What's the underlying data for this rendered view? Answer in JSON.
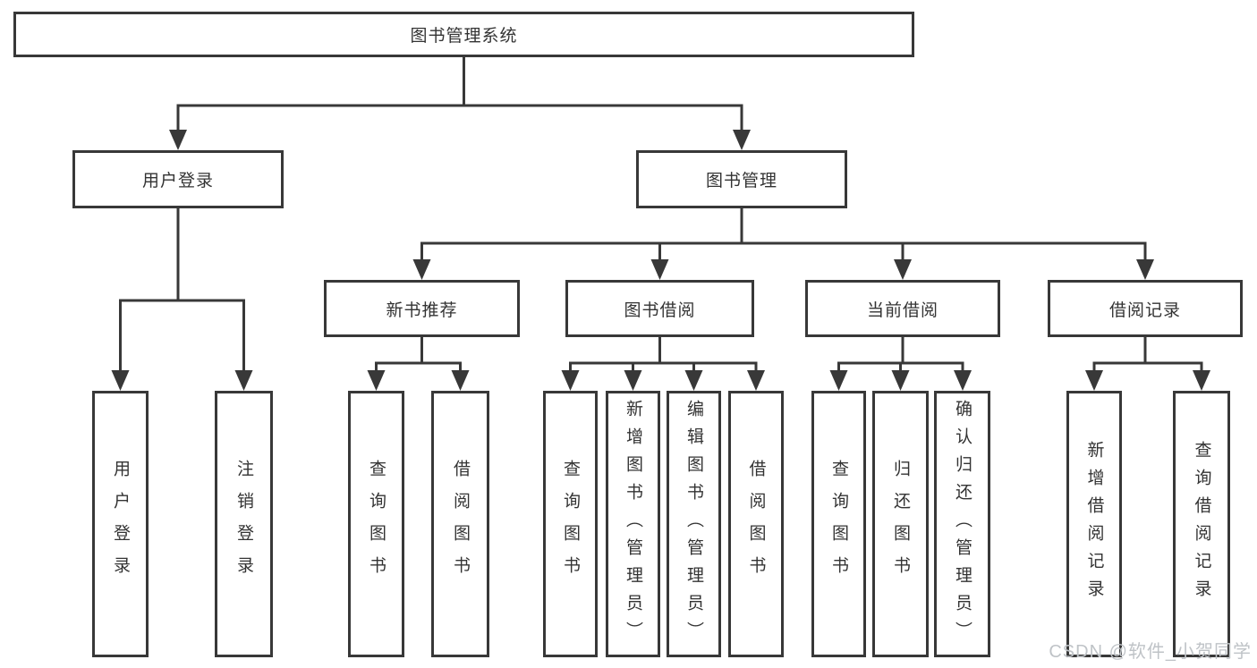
{
  "colors": {
    "line": "#383838",
    "text": "#333333",
    "watermark": "#bfc3c7"
  },
  "watermark": "CSDN @软件_小贺同学",
  "tree": {
    "root": "图书管理系统",
    "user": {
      "label": "用户登录",
      "leaves": [
        "用户登录",
        "注销登录"
      ]
    },
    "book": {
      "label": "图书管理",
      "groups": [
        {
          "label": "新书推荐",
          "leaves": [
            "查询图书",
            "借阅图书"
          ]
        },
        {
          "label": "图书借阅",
          "leaves": [
            "查询图书",
            "新增图书（管理员）",
            "编辑图书（管理员）",
            "借阅图书"
          ]
        },
        {
          "label": "当前借阅",
          "leaves": [
            "查询图书",
            "归还图书",
            "确认归还（管理员）"
          ]
        },
        {
          "label": "借阅记录",
          "leaves": [
            "新增借阅记录",
            "查询借阅记录"
          ]
        }
      ]
    }
  }
}
